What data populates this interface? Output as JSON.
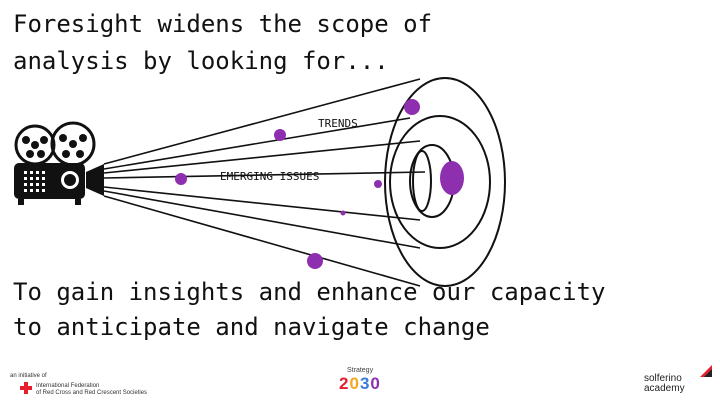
{
  "heading": {
    "line1": "Foresight widens the scope of",
    "line2": "analysis by looking for..."
  },
  "diagram": {
    "trends_label": "TRENDS",
    "emerging_label": "EMERGING ISSUES",
    "projector_icon": "film-projector-icon",
    "dot_color": "#8e2fb0"
  },
  "subheading": {
    "line1": "To gain insights and enhance our capacity",
    "line2": "to anticipate and navigate change"
  },
  "footer": {
    "ifrc": {
      "line1": "an initiative of",
      "line2": "International Federation",
      "line3": "of Red Cross and Red Crescent Societies"
    },
    "strategy": {
      "label": "Strategy",
      "year": "2030"
    },
    "solferino": {
      "line1": "solferino",
      "line2": "academy"
    }
  }
}
